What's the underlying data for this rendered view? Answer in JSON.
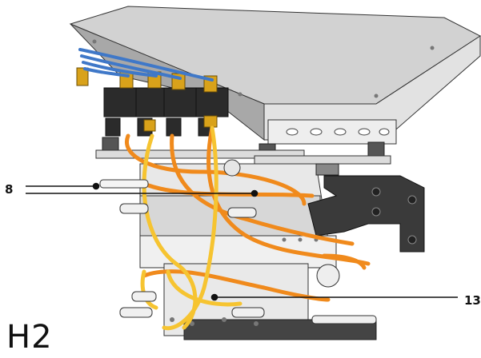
{
  "figure": {
    "view_title": "H2",
    "callouts": [
      {
        "id": "callout-8",
        "label": "8"
      },
      {
        "id": "callout-13",
        "label": "13"
      }
    ]
  },
  "colors": {
    "hopper": "#cfcfcf",
    "hopper_shadow": "#a9a9a9",
    "body": "#e6e6e6",
    "bracket": "#3a3a3a",
    "valve": "#2b2b2b",
    "hose_orange": "#f08a1c",
    "hose_yellow": "#f6c431",
    "hose_blue": "#3f78c8",
    "fitting": "#d9a21a",
    "line": "#222222"
  }
}
